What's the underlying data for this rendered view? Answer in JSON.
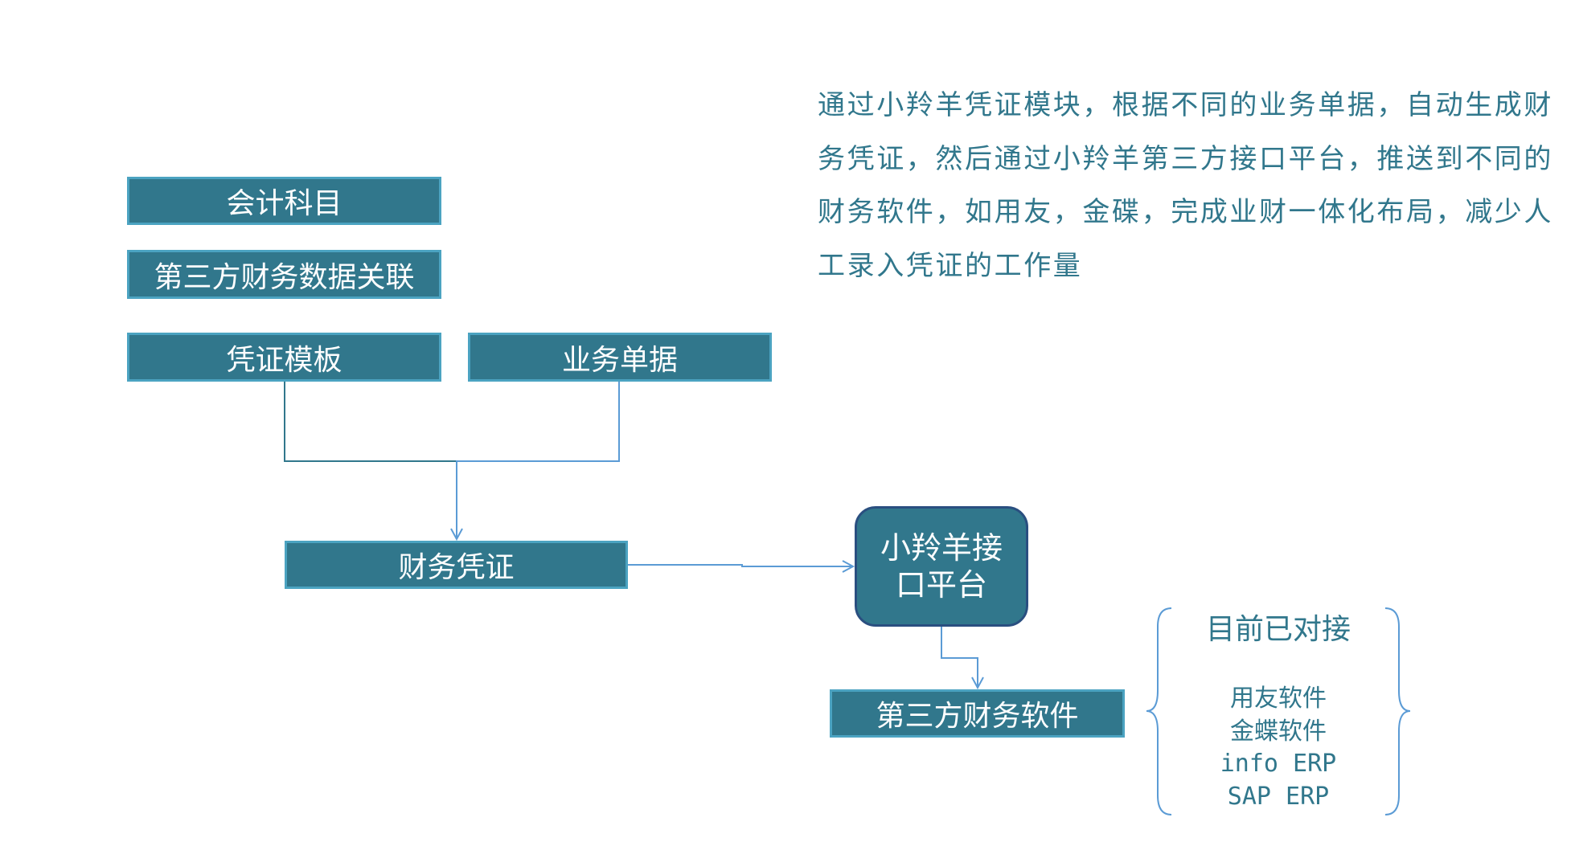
{
  "description_lines": [
    "通过小羚羊凭证模块，根据不同的业务单据，自动生成财",
    "务凭证，然后通过小羚羊第三方接口平台，推送到不同的",
    "财务软件，如用友，金碟，完成业财一体化布局，减少人",
    "工录入凭证的工作量"
  ],
  "nodes": {
    "accounting_subjects": "会计科目",
    "third_party_data_link": "第三方财务数据关联",
    "voucher_template": "凭证模板",
    "business_documents": "业务单据",
    "financial_voucher": "财务凭证",
    "platform_line1": "小羚羊接",
    "platform_line2": "口平台",
    "third_party_software": "第三方财务软件"
  },
  "connected": {
    "title": "目前已对接",
    "items": [
      "用友软件",
      "金蝶软件",
      "info ERP",
      "SAP ERP"
    ]
  },
  "colors": {
    "box": "#31778c",
    "box_border": "#4ba3c1",
    "connector": "#5b9bd5",
    "text": "#31778c"
  }
}
